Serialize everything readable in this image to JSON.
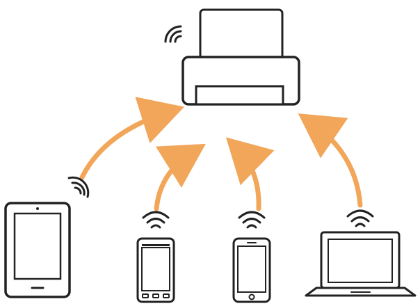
{
  "colors": {
    "stroke": "#222222",
    "arrow": "#f2a65a",
    "background": "#ffffff"
  },
  "nodes": {
    "printer": {
      "icon": "printer-icon"
    },
    "tablet": {
      "icon": "tablet-icon"
    },
    "phone_android": {
      "icon": "smartphone-icon"
    },
    "phone_iphone": {
      "icon": "smartphone-icon"
    },
    "laptop": {
      "icon": "laptop-icon"
    }
  },
  "connections": [
    {
      "from": "tablet",
      "to": "printer",
      "type": "wireless"
    },
    {
      "from": "phone_android",
      "to": "printer",
      "type": "wireless"
    },
    {
      "from": "phone_iphone",
      "to": "printer",
      "type": "wireless"
    },
    {
      "from": "laptop",
      "to": "printer",
      "type": "wireless"
    }
  ]
}
